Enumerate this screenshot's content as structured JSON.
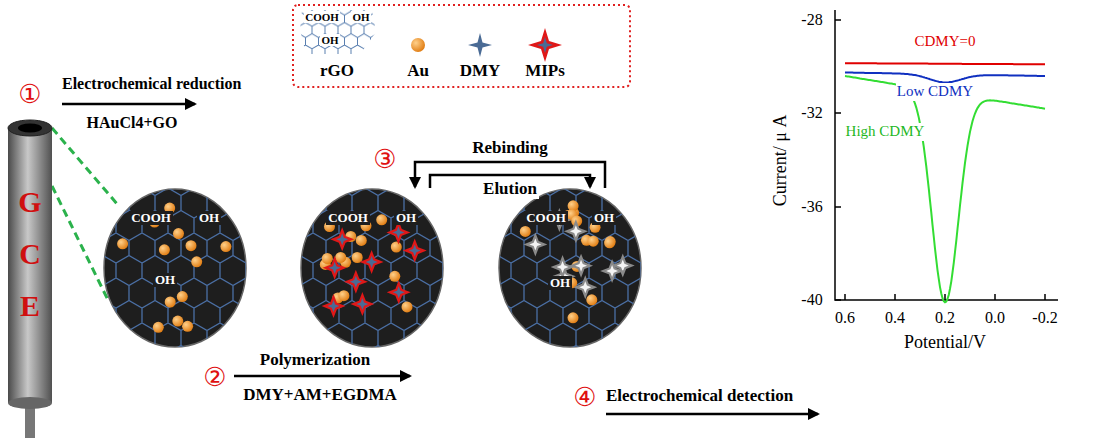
{
  "diagram": {
    "nodes": [
      {
        "text": [
          "GCE"
        ]
      },
      {
        "text": [
          "COOH",
          "OH",
          "OH"
        ]
      },
      {
        "text": [
          "COOH",
          "OH"
        ]
      },
      {
        "text": [
          "COOH",
          "OH",
          "OH"
        ]
      }
    ],
    "edges": [
      {
        "from": 3,
        "to": 2,
        "arrow": "to",
        "label": "Rebinding"
      },
      {
        "from": 2,
        "to": 3,
        "arrow": "to",
        "label": "Elution"
      }
    ],
    "labels": [
      "COOH",
      "OH",
      "OH",
      "①",
      "Electrochemical reduction",
      "HAuCl4+GO",
      "③",
      "②",
      "Polymerization",
      "DMY+AM+EGDMA",
      "④",
      "Electrochemical detection",
      "-28",
      "-32",
      "-36",
      "-40",
      "0.6",
      "0.4",
      "0.2",
      "0.0",
      "-0.2",
      "Current/ μ A",
      "Potential/V",
      "CDMY=0",
      "Low CDMY",
      "High CDMY"
    ],
    "legend": [
      {
        "text": "rGO"
      },
      {
        "text": "Au"
      },
      {
        "text": "DMY"
      },
      {
        "text": "MIPs"
      }
    ]
  }
}
